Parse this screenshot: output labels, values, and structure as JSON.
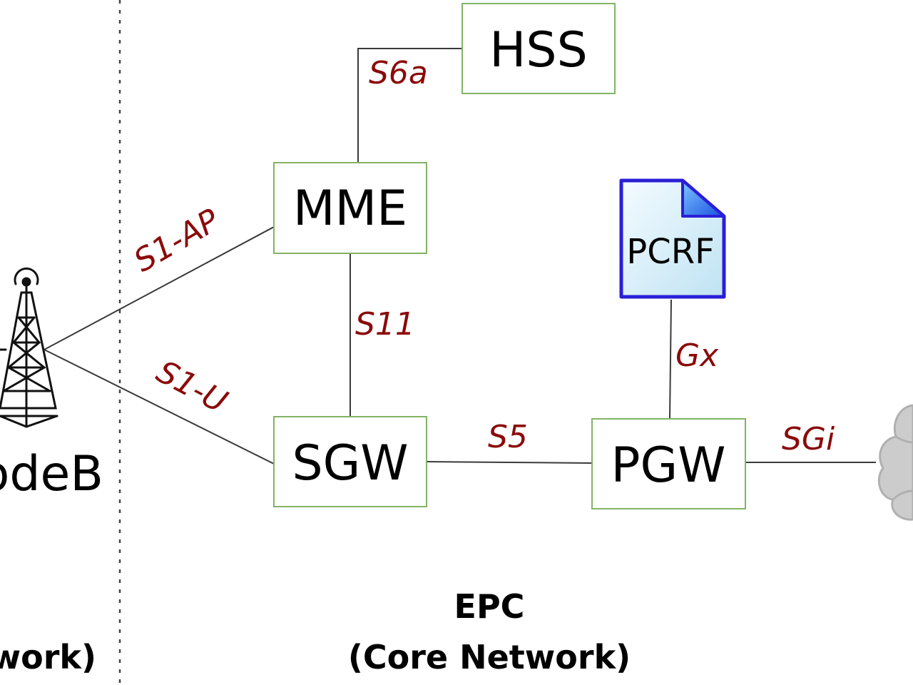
{
  "nodes": {
    "hss": "HSS",
    "mme": "MME",
    "sgw": "SGW",
    "pgw": "PGW",
    "pcrf": "PCRF",
    "enodeb": "odeB"
  },
  "interfaces": {
    "s6a": "S6a",
    "s1ap": "S1-AP",
    "s1u": "S1-U",
    "s11": "S11",
    "s5": "S5",
    "gx": "Gx",
    "sgi": "SGi"
  },
  "captions": {
    "epc_title": "EPC",
    "epc_subtitle": "(Core Network)",
    "access_subtitle": "twork)"
  },
  "colors": {
    "node_border": "#82b366",
    "interface_label": "#8b0a0a",
    "pcrf_border": "#2a1fd6",
    "pcrf_fill": "#dff1fb",
    "cloud": "#c8c8c8"
  },
  "icons": [
    "cell-tower-icon",
    "document-icon",
    "cloud-icon"
  ]
}
